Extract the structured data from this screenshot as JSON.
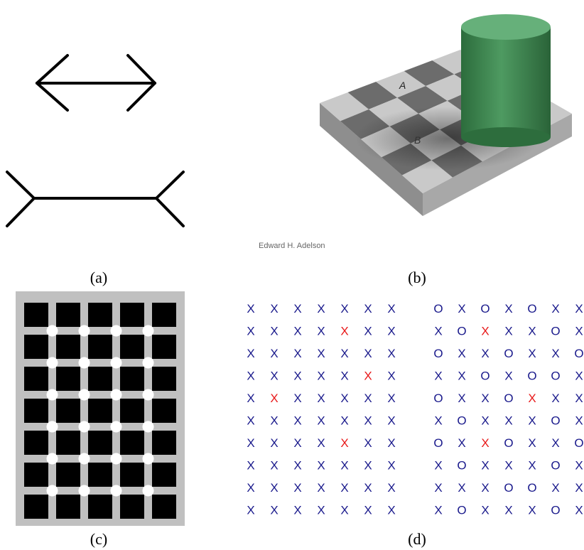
{
  "captions": {
    "a": "(a)",
    "b": "(b)",
    "c": "(c)",
    "d": "(d)"
  },
  "checker": {
    "label_a": "A",
    "label_b": "B",
    "credit": "Edward H. Adelson"
  },
  "colors": {
    "blue": "#1a1a8c",
    "red": "#e8191a",
    "grid_gray": "#c0c0c0",
    "cylinder_green": "#3f8a52"
  },
  "grid_left": {
    "rows": [
      [
        "X",
        "X",
        "X",
        "X",
        "X",
        "X",
        "X"
      ],
      [
        "X",
        "X",
        "X",
        "X",
        "X",
        "X",
        "X"
      ],
      [
        "X",
        "X",
        "X",
        "X",
        "X",
        "X",
        "X"
      ],
      [
        "X",
        "X",
        "X",
        "X",
        "X",
        "X",
        "X"
      ],
      [
        "X",
        "X",
        "X",
        "X",
        "X",
        "X",
        "X"
      ],
      [
        "X",
        "X",
        "X",
        "X",
        "X",
        "X",
        "X"
      ],
      [
        "X",
        "X",
        "X",
        "X",
        "X",
        "X",
        "X"
      ],
      [
        "X",
        "X",
        "X",
        "X",
        "X",
        "X",
        "X"
      ],
      [
        "X",
        "X",
        "X",
        "X",
        "X",
        "X",
        "X"
      ],
      [
        "X",
        "X",
        "X",
        "X",
        "X",
        "X",
        "X"
      ]
    ],
    "red_cells": [
      [
        1,
        4
      ],
      [
        3,
        5
      ],
      [
        4,
        1
      ],
      [
        6,
        4
      ]
    ]
  },
  "grid_right": {
    "rows": [
      [
        "O",
        "X",
        "O",
        "X",
        "O",
        "X",
        "X"
      ],
      [
        "X",
        "O",
        "X",
        "X",
        "X",
        "O",
        "X"
      ],
      [
        "O",
        "X",
        "X",
        "O",
        "X",
        "X",
        "O"
      ],
      [
        "X",
        "X",
        "O",
        "X",
        "O",
        "O",
        "X"
      ],
      [
        "O",
        "X",
        "X",
        "O",
        "X",
        "X",
        "X"
      ],
      [
        "X",
        "O",
        "X",
        "X",
        "X",
        "O",
        "X"
      ],
      [
        "O",
        "X",
        "X",
        "O",
        "X",
        "X",
        "O"
      ],
      [
        "X",
        "O",
        "X",
        "X",
        "X",
        "O",
        "X"
      ],
      [
        "X",
        "X",
        "X",
        "O",
        "O",
        "X",
        "X"
      ],
      [
        "X",
        "O",
        "X",
        "X",
        "X",
        "O",
        "X"
      ]
    ],
    "red_cells": [
      [
        1,
        2
      ],
      [
        4,
        4
      ],
      [
        6,
        2
      ]
    ]
  }
}
